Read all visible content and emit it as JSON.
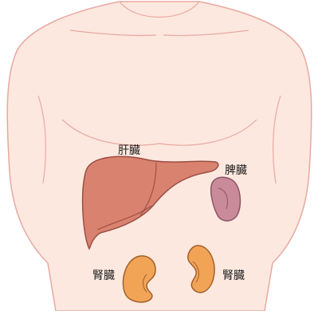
{
  "labels": {
    "liver": "肝臓",
    "spleen": "脾臓",
    "kidney_left": "腎臓",
    "kidney_right": "腎臓"
  },
  "colors": {
    "skin": "#fde8df",
    "skin_line": "#e7a9a1",
    "liver": "#d9826f",
    "liver_line": "#9b4e44",
    "spleen": "#c98a9a",
    "spleen_line": "#8e5366",
    "kidney": "#f1a456",
    "kidney_line": "#a0602a"
  }
}
